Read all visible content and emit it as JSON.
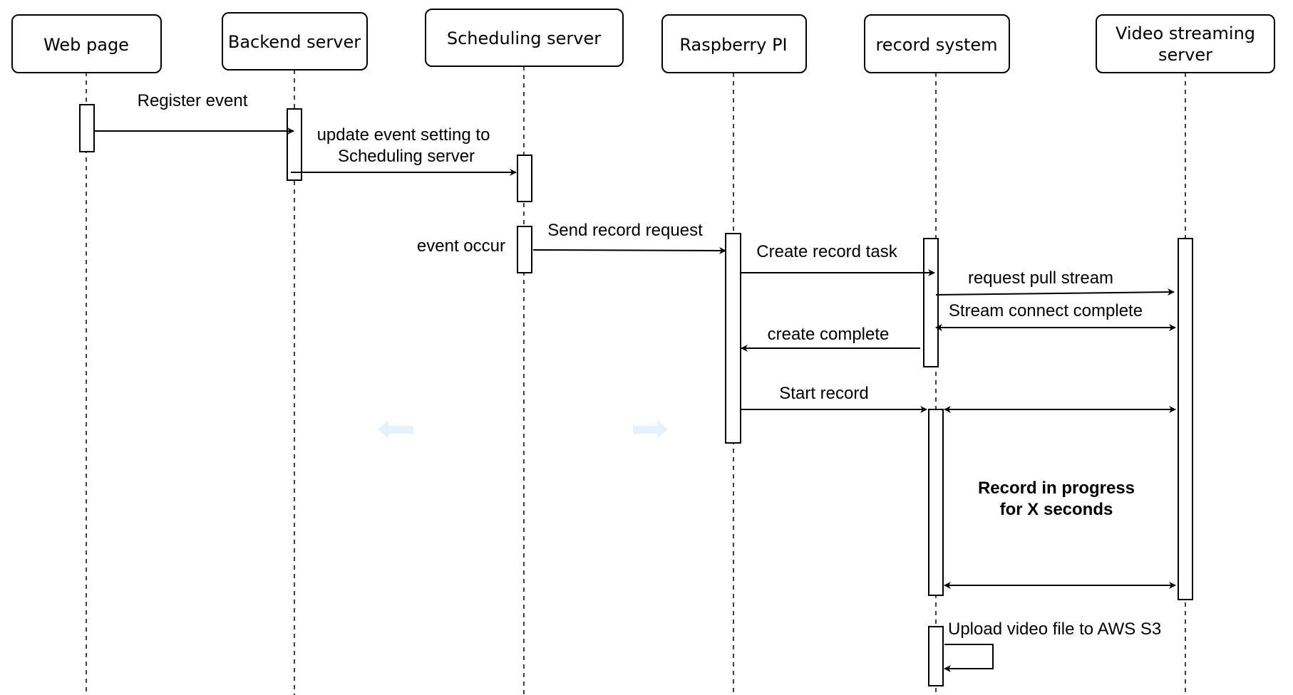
{
  "participants": [
    {
      "id": "web",
      "lines": [
        "Web page"
      ]
    },
    {
      "id": "backend",
      "lines": [
        "Backend server"
      ]
    },
    {
      "id": "scheduling",
      "lines": [
        "Scheduling server"
      ]
    },
    {
      "id": "raspberry",
      "lines": [
        "Raspberry PI"
      ]
    },
    {
      "id": "record",
      "lines": [
        "record system"
      ]
    },
    {
      "id": "video",
      "lines": [
        "Video streaming",
        "server"
      ]
    }
  ],
  "messages": [
    {
      "from": "web",
      "to": "backend",
      "lines": [
        "Register event"
      ]
    },
    {
      "from": "backend",
      "to": "scheduling",
      "lines": [
        "update event setting to",
        "Scheduling server"
      ]
    },
    {
      "from": "scheduling",
      "to": "raspberry",
      "lines": [
        "Send record request"
      ]
    },
    {
      "from": "raspberry",
      "to": "record",
      "lines": [
        "Create record task"
      ]
    },
    {
      "from": "record",
      "to": "video",
      "lines": [
        "request pull stream"
      ]
    },
    {
      "from": "record",
      "to": "video",
      "bidirectional": true,
      "lines": [
        "Stream connect complete"
      ]
    },
    {
      "from": "record",
      "to": "raspberry",
      "lines": [
        "create complete"
      ]
    },
    {
      "from": "raspberry",
      "to": "record",
      "lines": [
        "Start record"
      ]
    },
    {
      "from": "record",
      "to": "video",
      "bidirectional": true,
      "lines": []
    },
    {
      "from": "record",
      "to": "video",
      "bidirectional": true,
      "lines": []
    },
    {
      "from": "record",
      "to": "record",
      "self": true,
      "lines": [
        "Upload video file to AWS S3"
      ]
    }
  ],
  "labels": {
    "event_occur": "event occur"
  },
  "note": {
    "lines": [
      "Record in progress",
      "for X seconds"
    ]
  },
  "colors": {
    "stroke": "#000000",
    "background": "#ffffff",
    "hint_arrows": "#e6f2fb"
  },
  "icons": [
    "arrow-left-icon",
    "arrow-right-icon"
  ]
}
